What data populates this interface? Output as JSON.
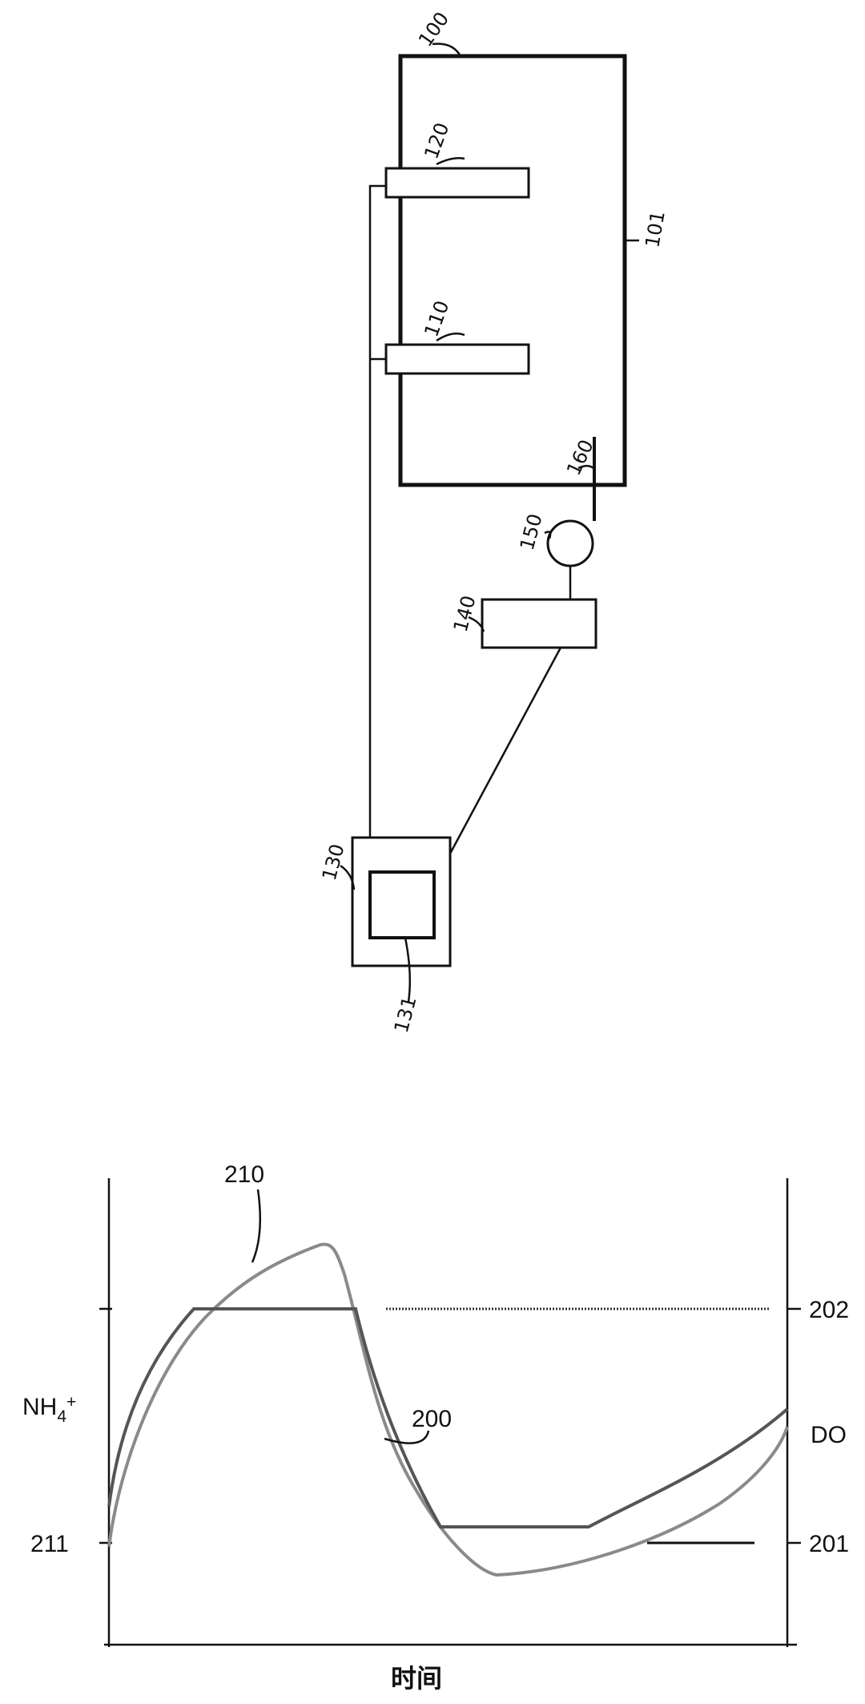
{
  "figure1": {
    "labels": {
      "tank": "100",
      "tank_wall": "101",
      "sensor_upper": "120",
      "sensor_lower": "110",
      "controller": "130",
      "display": "131",
      "blower": "140",
      "valve": "150",
      "diffuser": "160"
    }
  },
  "figure2": {
    "labels": {
      "do_curve": "200",
      "nh4_curve": "210",
      "do_high": "202",
      "do_low": "201",
      "nh4_level": "211"
    },
    "left_axis": {
      "main": "NH",
      "sub": "4",
      "sup": "+"
    },
    "right_axis": "DO",
    "x_axis": "时间"
  },
  "colors": {
    "ink": "#111111",
    "nh4_curve": "#8a8a8a",
    "do_curve": "#555555"
  }
}
